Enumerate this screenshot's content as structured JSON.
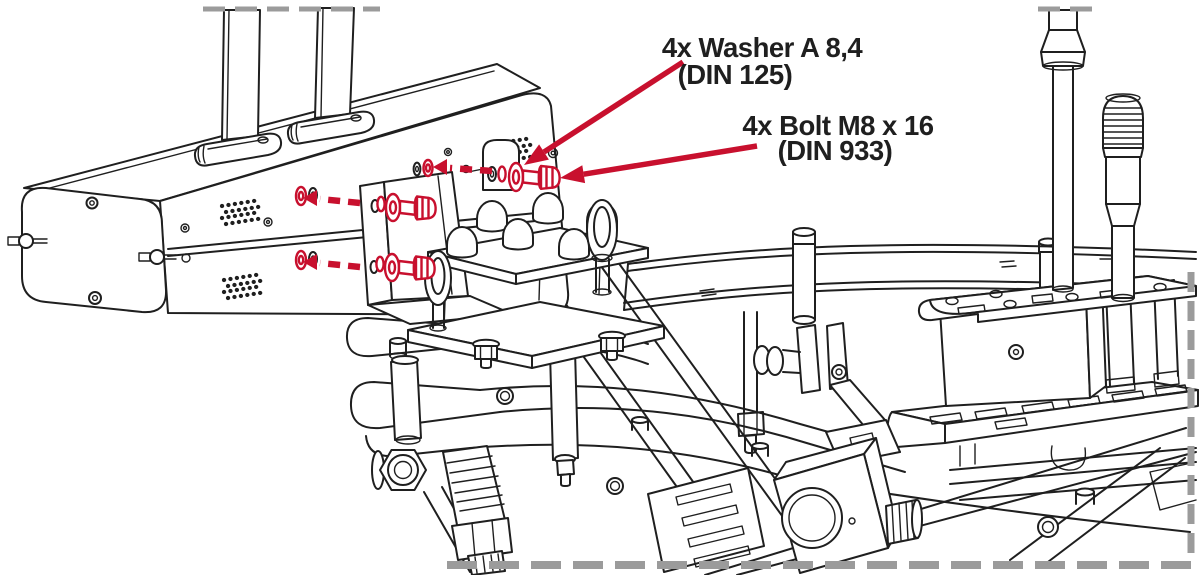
{
  "annotations": {
    "washer_label": {
      "line1": "4x Washer A 8,4",
      "line2": "(DIN 125)"
    },
    "bolt_label": {
      "line1": "4x Bolt M8 x 16",
      "line2": "(DIN 933)"
    }
  },
  "colors": {
    "line_art": "#1f1f1f",
    "highlight_red": "#c8102e",
    "cutline_gray": "#9b9b9b",
    "background": "#ffffff"
  }
}
